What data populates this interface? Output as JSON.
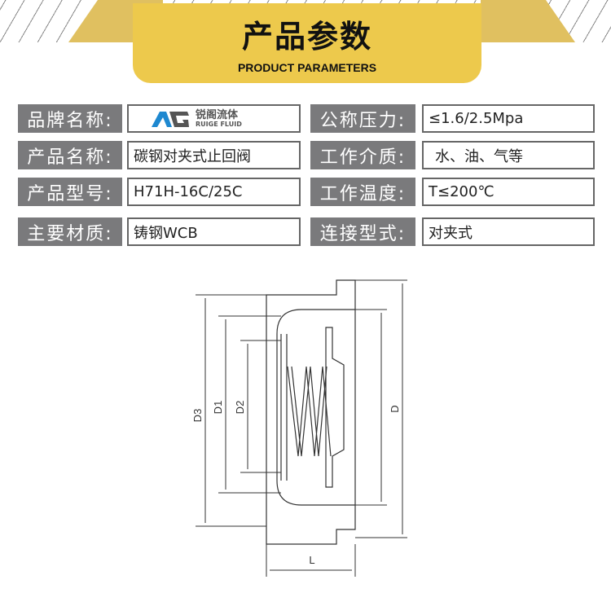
{
  "header": {
    "title": "产品参数",
    "subtitle": "PRODUCT PARAMETERS"
  },
  "params": [
    {
      "label": "品牌名称:",
      "value": "锐阁流体",
      "value_sub": "RUIGE FLUID",
      "logo": "AG"
    },
    {
      "label": "产品名称:",
      "value": "碳钢对夹式止回阀"
    },
    {
      "label": "产品型号:",
      "value": "H71H-16C/25C"
    },
    {
      "label": "主要材质:",
      "value": "铸钢WCB"
    },
    {
      "label": "公称压力:",
      "value": "≤1.6/2.5Mpa"
    },
    {
      "label": "工作介质:",
      "value": "水、油、气等"
    },
    {
      "label": "工作温度:",
      "value": "T≤200℃"
    },
    {
      "label": "连接型式:",
      "value": "对夹式"
    }
  ],
  "drawing": {
    "dims": {
      "d3": "D3",
      "d1": "D1",
      "d2": "D2",
      "d": "D",
      "l": "L"
    }
  },
  "colors": {
    "banner": "#edc94c",
    "label_bg": "#7a7a7c",
    "logo_blue": "#1e88d0"
  }
}
